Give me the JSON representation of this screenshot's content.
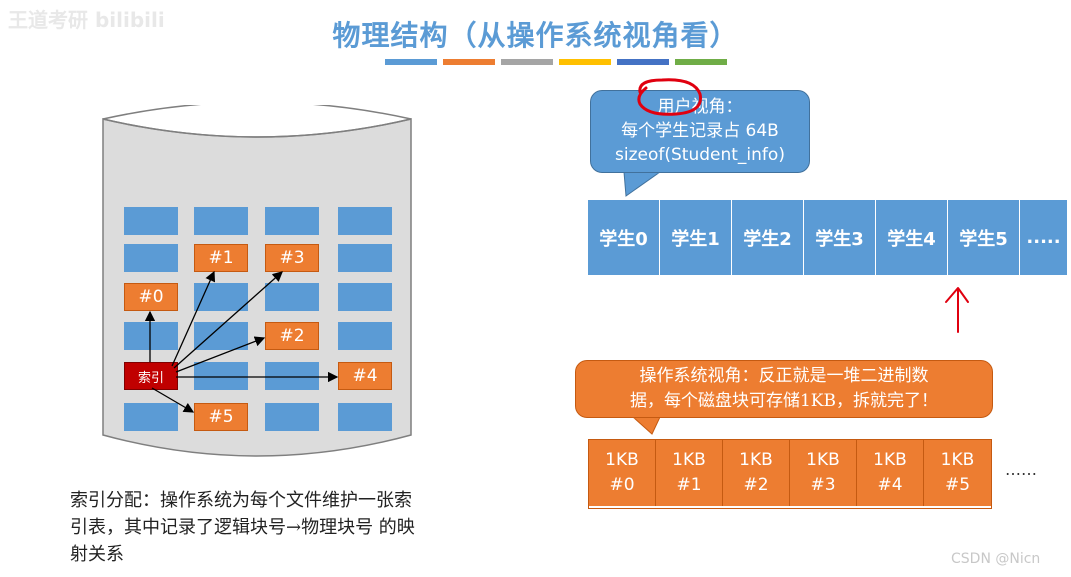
{
  "watermark_top_left": "王道考研 bilibili",
  "title": "物理结构（从操作系统视角看）",
  "color_bars": [
    "#5b9bd5",
    "#ed7d31",
    "#a5a5a5",
    "#ffc000",
    "#4472c4",
    "#70ad47"
  ],
  "disk": {
    "index_label": "索引",
    "orange_blocks": [
      "#0",
      "#1",
      "#3",
      "#2",
      "#4",
      "#5"
    ]
  },
  "caption": {
    "line1": "索引分配：操作系统为每个文件维护一张索",
    "line2": "引表，其中记录了逻辑块号→物理块号 的映",
    "line3": "射关系"
  },
  "user_view": {
    "line1": "用户视角：",
    "line2": "每个学生记录占 64B",
    "line3": "sizeof(Student_info)"
  },
  "student_cells": [
    "学生0",
    "学生1",
    "学生2",
    "学生3",
    "学生4",
    "学生5",
    "....."
  ],
  "os_view": {
    "line1": "操作系统视角：反正就是一堆二进制数",
    "line2": "据，每个磁盘块可存储1KB，拆就完了！"
  },
  "kb_cells": [
    {
      "size": "1KB",
      "num": "#0"
    },
    {
      "size": "1KB",
      "num": "#1"
    },
    {
      "size": "1KB",
      "num": "#2"
    },
    {
      "size": "1KB",
      "num": "#3"
    },
    {
      "size": "1KB",
      "num": "#4"
    },
    {
      "size": "1KB",
      "num": "#5"
    }
  ],
  "kb_ellipsis": "……",
  "watermark_bottom_right": "CSDN @Nicn"
}
